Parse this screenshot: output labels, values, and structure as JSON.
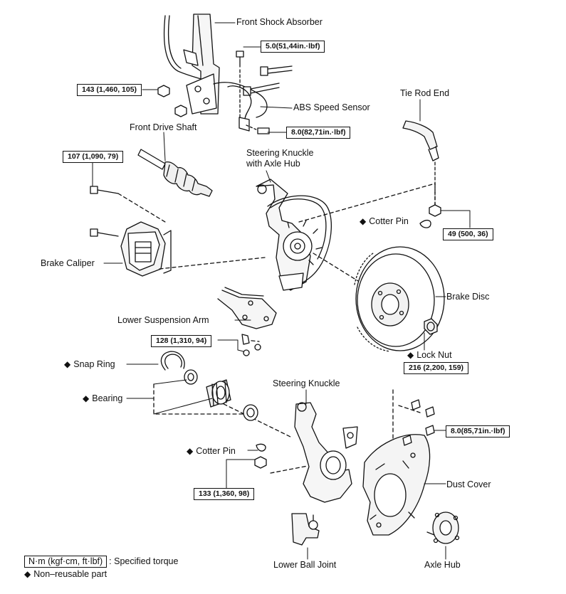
{
  "labels": {
    "front_shock_absorber": "Front Shock Absorber",
    "abs_speed_sensor": "ABS Speed Sensor",
    "tie_rod_end": "Tie Rod End",
    "front_drive_shaft": "Front Drive Shaft",
    "steering_knuckle_hub_line1": "Steering Knuckle",
    "steering_knuckle_hub_line2": "with Axle Hub",
    "cotter_pin_upper": "Cotter Pin",
    "brake_caliper": "Brake Caliper",
    "brake_disc": "Brake Disc",
    "lower_suspension_arm": "Lower Suspension Arm",
    "lock_nut": "Lock Nut",
    "snap_ring": "Snap Ring",
    "bearing": "Bearing",
    "steering_knuckle": "Steering Knuckle",
    "cotter_pin_lower": "Cotter Pin",
    "dust_cover": "Dust Cover",
    "lower_ball_joint": "Lower Ball Joint",
    "axle_hub": "Axle Hub"
  },
  "torques": {
    "shock_bolt_small": "5.0(51,44in.·lbf)",
    "shock_knuckle": "143 (1,460, 105)",
    "abs_sensor": "8.0(82,71in.·lbf)",
    "drive_shaft_caliper": "107 (1,090, 79)",
    "tie_rod_nut": "49 (500, 36)",
    "lower_arm": "128 (1,310, 94)",
    "lock_nut": "216 (2,200, 159)",
    "dust_cover_bolts": "8.0(85,71in.·lbf)",
    "ball_joint_nut": "133 (1,360, 98)"
  },
  "markers": {
    "non_reusable": "◆"
  },
  "legend": {
    "unit_box": "N·m (kgf·cm, ft·lbf)",
    "unit_desc": ": Specified torque",
    "non_reusable": "Non–reusable part"
  }
}
